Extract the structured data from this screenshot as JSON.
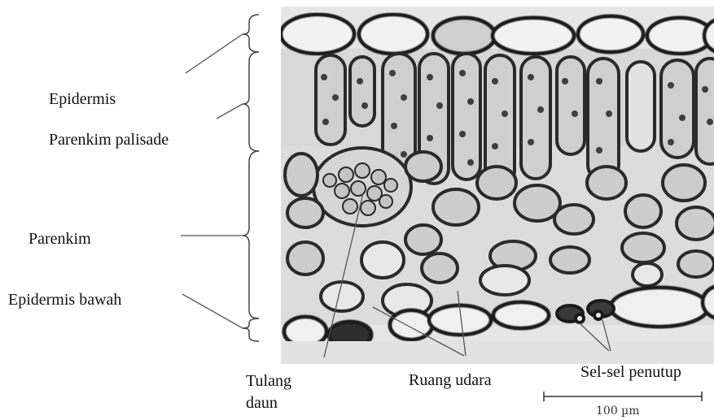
{
  "labels": {
    "epidermis": "Epidermis",
    "palisade": "Parenkim palisade",
    "parenkim": "Parenkim",
    "epidermis_bawah": "Epidermis bawah",
    "tulang": "Tulang",
    "daun": "daun",
    "ruang_udara": "Ruang udara",
    "sel_penutup": "Sel-sel penutup"
  },
  "scale_bar": {
    "label": "100 µm"
  },
  "colors": {
    "background": "#ffffff",
    "micrograph_bg": "#e4e4e4",
    "cell_wall": "#2a2a2a",
    "cell_fill": "#d2d2d2",
    "chloroplast": "#4a4a4a",
    "leader_line": "#555555"
  }
}
